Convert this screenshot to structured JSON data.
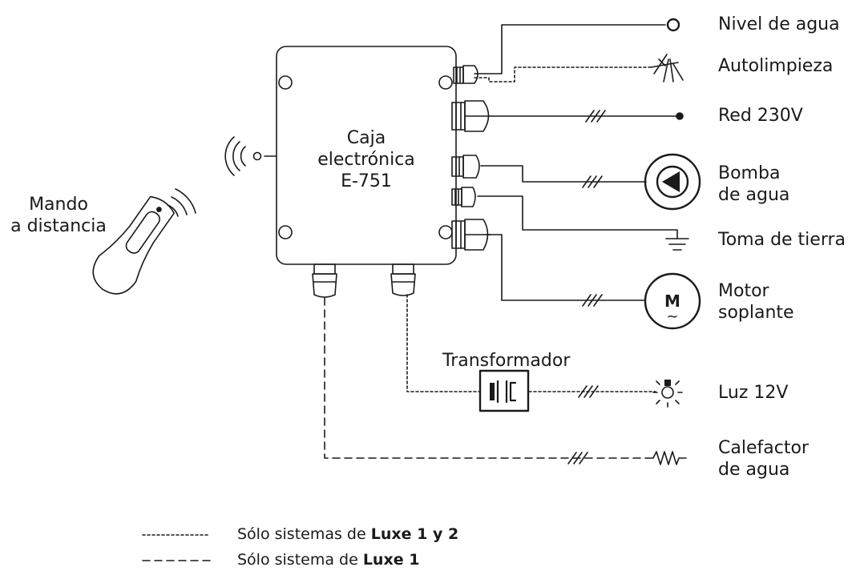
{
  "box": {
    "title_lines": [
      "Caja",
      "electrónica",
      "E-751"
    ]
  },
  "remote": {
    "label_lines": [
      "Mando",
      "a distancia"
    ]
  },
  "components": [
    {
      "id": "nivel",
      "lines": [
        "Nivel de agua"
      ],
      "icon": "sensor-circle-icon"
    },
    {
      "id": "autolimpieza",
      "lines": [
        "Autolimpieza"
      ],
      "icon": "valve-icon"
    },
    {
      "id": "red",
      "lines": [
        "Red 230V"
      ],
      "icon": "dot-terminal-icon"
    },
    {
      "id": "bomba",
      "lines": [
        "Bomba",
        "de agua"
      ],
      "icon": "pump-icon"
    },
    {
      "id": "tierra",
      "lines": [
        "Toma de tierra"
      ],
      "icon": "ground-icon"
    },
    {
      "id": "motor",
      "lines": [
        "Motor",
        "soplante"
      ],
      "icon": "motor-icon",
      "symbol": "M",
      "symbol_sub": "~"
    },
    {
      "id": "luz",
      "lines": [
        "Luz 12V"
      ],
      "icon": "lamp-icon"
    },
    {
      "id": "calefactor",
      "lines": [
        "Calefactor",
        "de agua"
      ],
      "icon": "resistor-icon"
    }
  ],
  "transformer": {
    "label": "Transformador"
  },
  "legend": [
    {
      "id": "dotted",
      "style": "dotted",
      "text": "Sólo sistemas de ",
      "bold": "Luxe 1 y 2"
    },
    {
      "id": "dashed",
      "style": "dashed",
      "text": "Sólo sistema de ",
      "bold": "Luxe 1"
    }
  ]
}
